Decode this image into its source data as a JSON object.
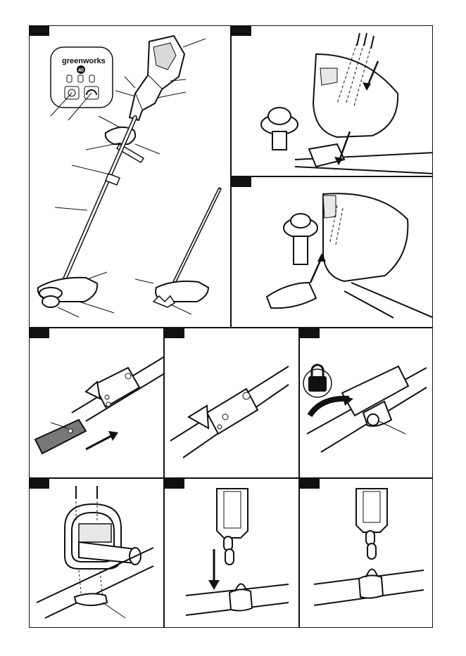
{
  "brand_logo": {
    "name": "greenworks",
    "badge": "40"
  },
  "panels": [
    {
      "id": "overview"
    },
    {
      "id": "guard-screws"
    },
    {
      "id": "guard-alt"
    },
    {
      "id": "shaft-insert"
    },
    {
      "id": "shaft-coupled"
    },
    {
      "id": "shaft-lock"
    },
    {
      "id": "handle-mount"
    },
    {
      "id": "strap-attach"
    },
    {
      "id": "strap-attached"
    }
  ]
}
